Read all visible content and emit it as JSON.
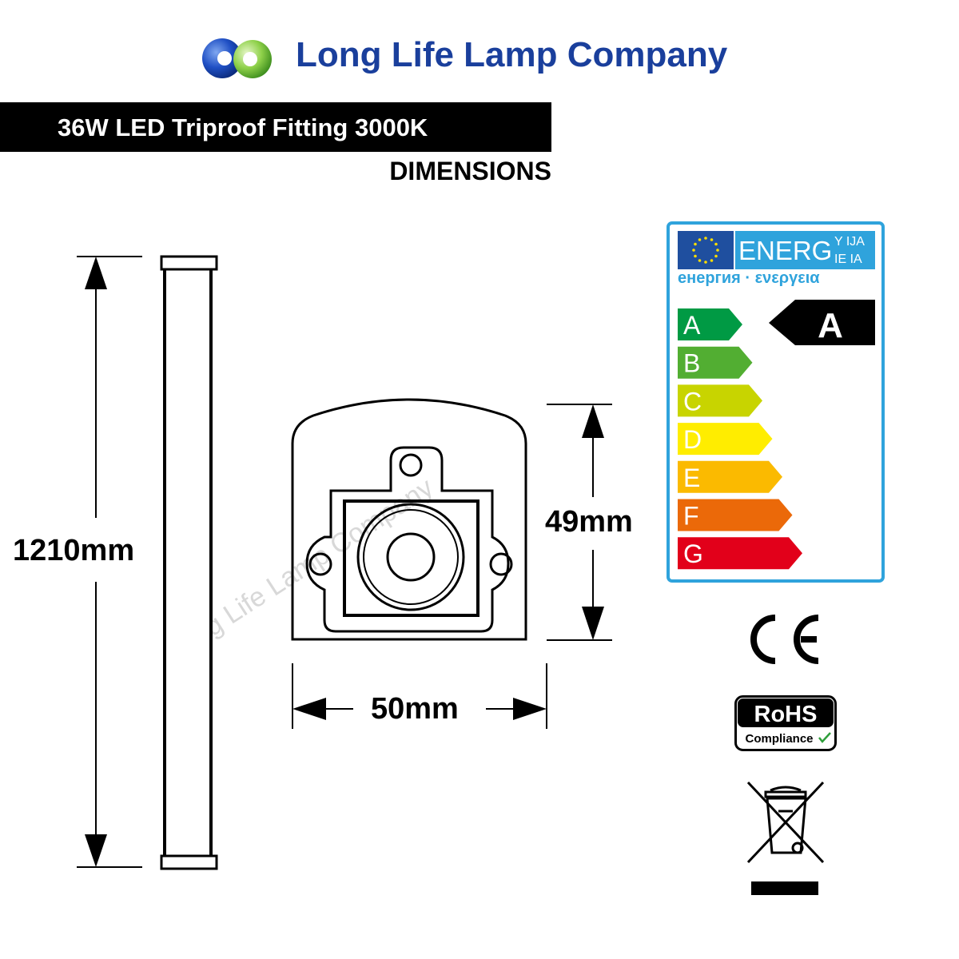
{
  "header": {
    "company_name": "Long Life Lamp Company",
    "product_title": "36W LED Triproof Fitting 3000K",
    "section_heading": "DIMENSIONS"
  },
  "dimensions": {
    "length": "1210mm",
    "height": "49mm",
    "width": "50mm"
  },
  "watermark": "Long Life Lamp Company",
  "energy_label": {
    "header_word": "ENERG",
    "header_suffix_top": "Y IJA",
    "header_suffix_bottom": "IE IA",
    "subtitle": "енергия · ενεργεια",
    "classes": [
      {
        "letter": "A",
        "color": "#009a44"
      },
      {
        "letter": "B",
        "color": "#52ae32"
      },
      {
        "letter": "C",
        "color": "#c8d400"
      },
      {
        "letter": "D",
        "color": "#ffed00"
      },
      {
        "letter": "E",
        "color": "#fbba00"
      },
      {
        "letter": "F",
        "color": "#eb6909"
      },
      {
        "letter": "G",
        "color": "#e2001a"
      }
    ],
    "rating": "A",
    "border_color": "#2fa3dc",
    "flag_color": "#1f4f9f",
    "banner_color": "#2fa3dc"
  },
  "certifications": {
    "ce_mark": "CE",
    "rohs_title": "RoHS",
    "rohs_subtitle": "Compliance",
    "weee_icon": "crossed-out-wheelie-bin-icon"
  },
  "colors": {
    "brand_blue": "#1a3f9c",
    "brand_green": "#7cc242"
  }
}
